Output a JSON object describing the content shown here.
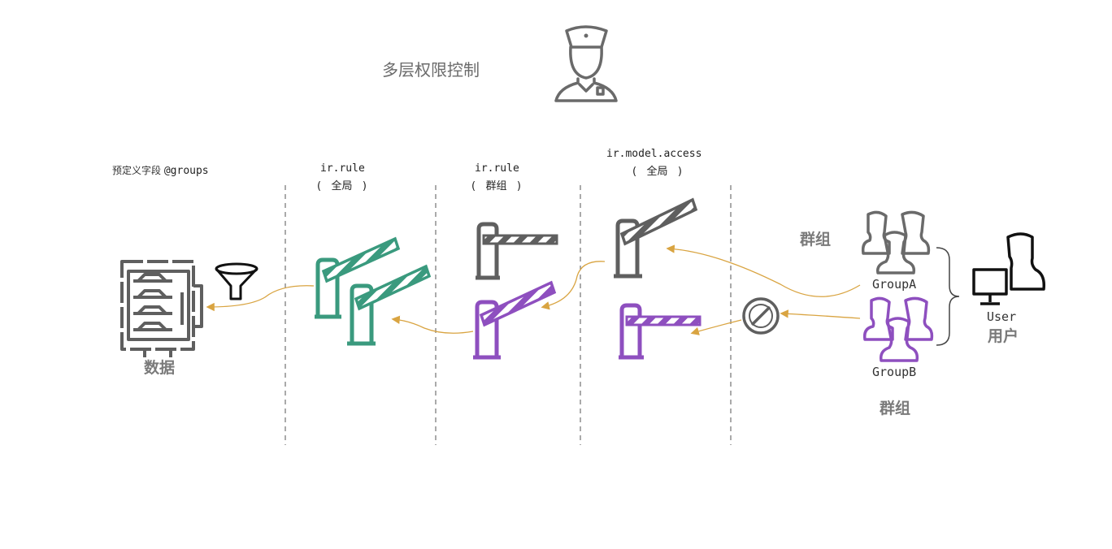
{
  "title": "多层权限控制",
  "columns": {
    "predefined": {
      "label": "预定义字段",
      "code": "@groups"
    },
    "rule_global": {
      "code": "ir.rule",
      "paren_open": "(",
      "scope": "全局",
      "paren_close": ")"
    },
    "rule_group": {
      "code": "ir.rule",
      "paren_open": "(",
      "scope": "群组",
      "paren_close": ")"
    },
    "model_access": {
      "code": "ir.model.access",
      "paren_open": "(",
      "scope": "全局",
      "paren_close": ")"
    }
  },
  "labels": {
    "data": "数据",
    "group_top": "群组",
    "group_bottom": "群组",
    "group_a": "GroupA",
    "group_b": "GroupB",
    "user_en": "User",
    "user_zh": "用户"
  },
  "colors": {
    "gray": "#5f5f5f",
    "green": "#3a9a7e",
    "purple": "#8e4fbf",
    "arrow": "#d9a441"
  }
}
